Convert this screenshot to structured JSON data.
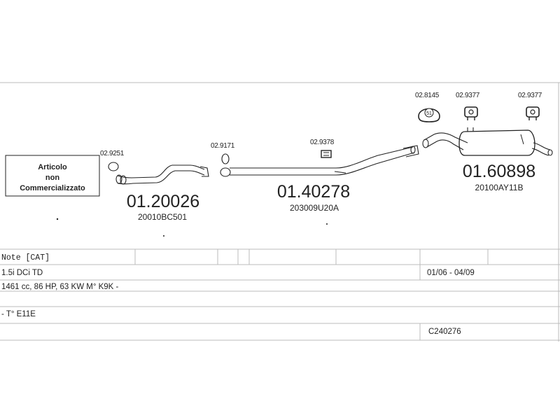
{
  "not_commercial_box": {
    "line1": "Articolo",
    "line2": "non",
    "line3": "Commercializzato"
  },
  "parts": {
    "p1": {
      "code": "01.20026",
      "oem": "20010BC501",
      "accessory": "02.9251"
    },
    "p2": {
      "code": "01.40278",
      "oem": "203009U20A",
      "accessory_left": "02.9171",
      "accessory_mid": "02.9378"
    },
    "p3": {
      "code": "01.60898",
      "oem": "20100AY11B",
      "accessory_a": "02.8145",
      "accessory_a_badge": "51",
      "accessory_b": "02.9377",
      "accessory_c": "02.9377"
    }
  },
  "table": {
    "note": "Note [CAT]",
    "engine": "1.5i DCi TD",
    "date_range": "01/06 - 04/09",
    "specs": "1461 cc, 86 HP, 63 KW M° K9K -",
    "type": "- T° E11E",
    "ref": "C240276"
  }
}
